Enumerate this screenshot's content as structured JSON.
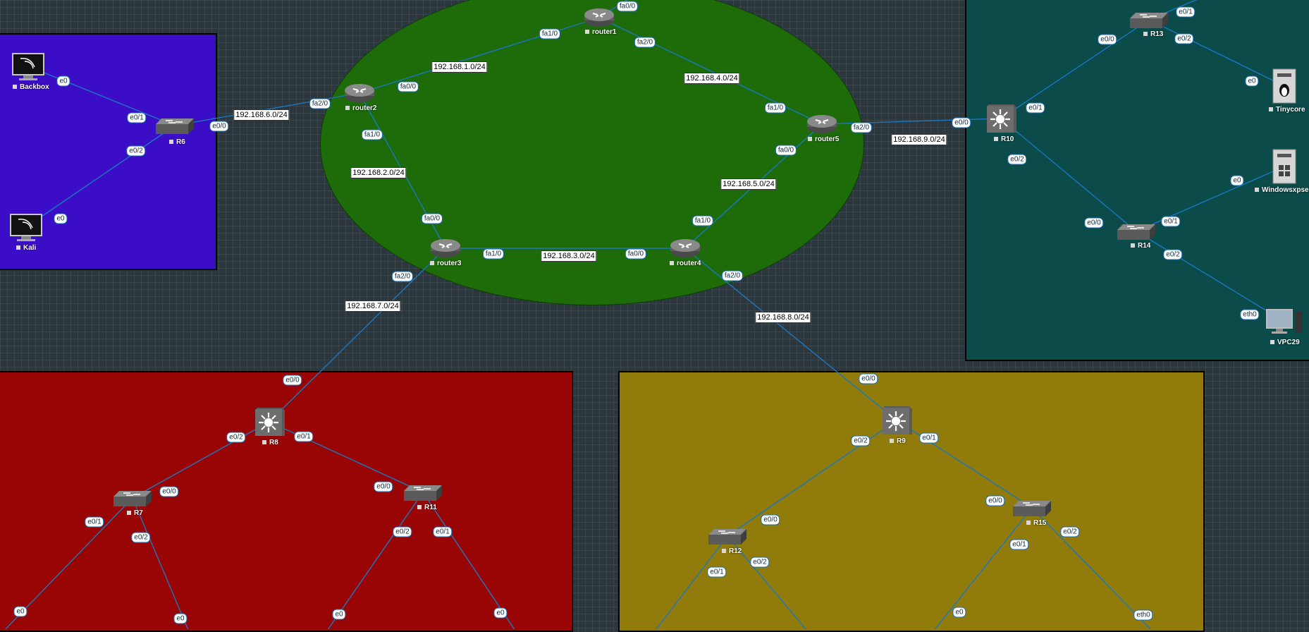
{
  "zones": [
    {
      "id": "zone-blue",
      "color": "#3b0dc7"
    },
    {
      "id": "zone-green",
      "color": "#1e6b0a"
    },
    {
      "id": "zone-teal",
      "color": "#0b4b49"
    },
    {
      "id": "zone-red",
      "color": "#990505"
    },
    {
      "id": "zone-olive",
      "color": "#917b0a"
    }
  ],
  "nodes": [
    {
      "id": "backbox",
      "label": "Backbox",
      "type": "terminal"
    },
    {
      "id": "kali",
      "label": "Kali",
      "type": "terminal"
    },
    {
      "id": "r6",
      "label": "R6",
      "type": "switch"
    },
    {
      "id": "router1",
      "label": "router1",
      "type": "router"
    },
    {
      "id": "router2",
      "label": "router2",
      "type": "router"
    },
    {
      "id": "router3",
      "label": "router3",
      "type": "router"
    },
    {
      "id": "router4",
      "label": "router4",
      "type": "router"
    },
    {
      "id": "router5",
      "label": "router5",
      "type": "router"
    },
    {
      "id": "r10",
      "label": "R10",
      "type": "l3switch"
    },
    {
      "id": "r13",
      "label": "R13",
      "type": "switch"
    },
    {
      "id": "r14",
      "label": "R14",
      "type": "switch"
    },
    {
      "id": "tinycore",
      "label": "Tinycore",
      "type": "linuxserver"
    },
    {
      "id": "winxp",
      "label": "Windowsxpserv",
      "type": "winserver"
    },
    {
      "id": "vpc29",
      "label": "VPC29",
      "type": "vpc"
    },
    {
      "id": "r8",
      "label": "R8",
      "type": "l3switch"
    },
    {
      "id": "r7",
      "label": "R7",
      "type": "switch"
    },
    {
      "id": "r11",
      "label": "R11",
      "type": "switch"
    },
    {
      "id": "r9",
      "label": "R9",
      "type": "l3switch"
    },
    {
      "id": "r12",
      "label": "R12",
      "type": "switch"
    },
    {
      "id": "r15",
      "label": "R15",
      "type": "switch"
    }
  ],
  "links": [
    {
      "from": "backbox",
      "to": "r6",
      "a": "e0",
      "b": "e0/1"
    },
    {
      "from": "kali",
      "to": "r6",
      "a": "e0",
      "b": "e0/2"
    },
    {
      "from": "r6",
      "to": "router2",
      "a": "e0/0",
      "b": "fa2/0",
      "subnet": "192.168.6.0/24"
    },
    {
      "from": "router2",
      "to": "router1",
      "a": "fa0/0",
      "b": "fa1/0",
      "subnet": "192.168.1.0/24"
    },
    {
      "from": "router1",
      "to": "router5",
      "a": "fa2/0",
      "b": "fa1/0",
      "subnet": "192.168.4.0/24"
    },
    {
      "from": "router2",
      "to": "router3",
      "a": "fa1/0",
      "b": "fa0/0",
      "subnet": "192.168.2.0/24"
    },
    {
      "from": "router3",
      "to": "router4",
      "a": "fa1/0",
      "b": "fa0/0",
      "subnet": "192.168.3.0/24"
    },
    {
      "from": "router4",
      "to": "router5",
      "a": "fa1/0",
      "b": "fa0/0",
      "subnet": "192.168.5.0/24"
    },
    {
      "from": "router5",
      "to": "r10",
      "a": "fa2/0",
      "b": "e0/0",
      "subnet": "192.168.9.0/24"
    },
    {
      "from": "router3",
      "to": "r8",
      "a": "fa2/0",
      "b": "e0/0",
      "subnet": "192.168.7.0/24"
    },
    {
      "from": "router4",
      "to": "r9",
      "a": "fa2/0",
      "b": "e0/0",
      "subnet": "192.168.8.0/24"
    },
    {
      "from": "router1",
      "to": "router1-top",
      "a": "fa0/0",
      "b": ""
    },
    {
      "from": "r10",
      "to": "r13",
      "a": "e0/1",
      "b": "e0/0"
    },
    {
      "from": "r10",
      "to": "r14",
      "a": "e0/2",
      "b": "e0/0"
    },
    {
      "from": "r13",
      "to": "tinycore",
      "a": "e0/2",
      "b": "e0"
    },
    {
      "from": "r13",
      "to": "r13-top",
      "a": "e0/1",
      "b": ""
    },
    {
      "from": "r14",
      "to": "winxp",
      "a": "e0/1",
      "b": "e0"
    },
    {
      "from": "r14",
      "to": "vpc29",
      "a": "e0/2",
      "b": "eth0"
    },
    {
      "from": "r8",
      "to": "r7",
      "a": "e0/2",
      "b": "e0/0"
    },
    {
      "from": "r8",
      "to": "r11",
      "a": "e0/1",
      "b": "e0/0"
    },
    {
      "from": "r7",
      "to": "r7-down1",
      "a": "e0/1",
      "b": "e0"
    },
    {
      "from": "r7",
      "to": "r7-down2",
      "a": "e0/2",
      "b": "e0"
    },
    {
      "from": "r11",
      "to": "r11-down1",
      "a": "e0/2",
      "b": "e0"
    },
    {
      "from": "r11",
      "to": "r11-down2",
      "a": "e0/1",
      "b": "e0"
    },
    {
      "from": "r9",
      "to": "r12",
      "a": "e0/2",
      "b": "e0/0"
    },
    {
      "from": "r9",
      "to": "r15",
      "a": "e0/1",
      "b": "e0/0"
    },
    {
      "from": "r12",
      "to": "r12-down1",
      "a": "e0/1",
      "b": ""
    },
    {
      "from": "r12",
      "to": "r12-down2",
      "a": "e0/2",
      "b": ""
    },
    {
      "from": "r15",
      "to": "r15-down1",
      "a": "e0/1",
      "b": "e0"
    },
    {
      "from": "r15",
      "to": "r15-down2",
      "a": "e0/2",
      "b": "eth0"
    }
  ],
  "colors": {
    "link": "#1a78c2",
    "background": "#2b363d"
  }
}
